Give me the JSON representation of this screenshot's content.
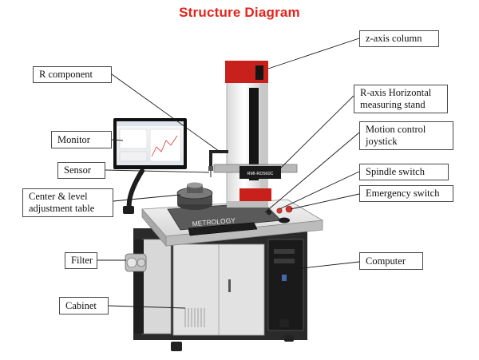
{
  "title": "Structure Diagram",
  "labels": {
    "z_axis": "z-axis column",
    "r_component": "R component",
    "r_axis_line1": "R-axis Horizontal",
    "r_axis_line2": "measuring stand",
    "monitor": "Monitor",
    "motion_line1": "Motion control",
    "motion_line2": "joystick",
    "sensor": "Sensor",
    "spindle": "Spindle switch",
    "center_line1": "Center & level",
    "center_line2": "adjustment table",
    "emergency": "Emergency switch",
    "filter": "Filter",
    "computer": "Computer",
    "cabinet": "Cabinet"
  },
  "machine_text": {
    "brand": "METROLOGY",
    "model": "RMI-RD560C"
  },
  "colors": {
    "title": "#e3241b",
    "accent_red": "#c8201a",
    "frame": "#2b2b2b",
    "panel": "#e9e9e9",
    "label_border": "#4a4a4a"
  }
}
